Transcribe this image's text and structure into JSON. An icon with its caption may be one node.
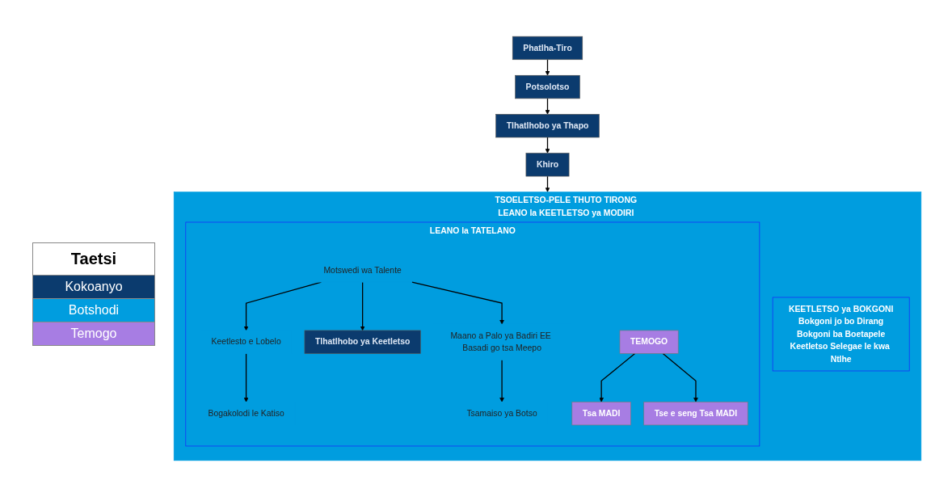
{
  "diagram": {
    "nodes": [
      {
        "text": [
          "Phatlha-Tiro"
        ]
      },
      {
        "text": [
          "Potsolotso"
        ]
      },
      {
        "text": [
          "Tlhatlhobo ya Thapo"
        ]
      },
      {
        "text": [
          "Khiro"
        ]
      },
      {
        "text": [
          "TSOELETSO-PELE THUTO TIRONG",
          "LEANO la KEETLETSO ya MODIRI"
        ]
      },
      {
        "text": [
          "KEETLETSO ya BOKGONI",
          "Bokgoni jo bo Dirang",
          "Bokgoni ba Boetapele",
          "Keetletso Selegae le kwa Ntlhe"
        ],
        "in": 4
      },
      {
        "text": [
          "LEANO la TATELANO"
        ],
        "in": 4
      },
      {
        "text": [
          "Motswedi wa Talente"
        ],
        "in": 6
      },
      {
        "text": [
          "Keetlesto e Lobelo"
        ],
        "in": 6
      },
      {
        "text": [
          "Tlhatlhobo ya Keetletso"
        ],
        "in": 6
      },
      {
        "text": [
          "Maano a Palo ya Badiri EE Basadi go tsa Meepo"
        ],
        "in": 6
      },
      {
        "text": [
          "Bogakolodi le Katiso"
        ],
        "in": 6
      },
      {
        "text": [
          "Tsamaiso ya Botso"
        ],
        "in": 6
      },
      {
        "text": [
          "TEMOGO"
        ],
        "in": 6
      },
      {
        "text": [
          "Tsa MADI"
        ],
        "in": 6
      },
      {
        "text": [
          "Tse e seng Tsa MADI"
        ],
        "in": 6
      }
    ],
    "edges": [
      {
        "from": 0,
        "to": 1,
        "arrow": "to"
      },
      {
        "from": 1,
        "to": 2,
        "arrow": "to"
      },
      {
        "from": 2,
        "to": 3,
        "arrow": "to"
      },
      {
        "from": 3,
        "to": 4,
        "arrow": "to"
      },
      {
        "from": 7,
        "to": 8,
        "arrow": "to"
      },
      {
        "from": 7,
        "to": 9,
        "arrow": "to"
      },
      {
        "from": 7,
        "to": 10,
        "arrow": "to"
      },
      {
        "from": 8,
        "to": 11,
        "arrow": "to"
      },
      {
        "from": 10,
        "to": 12,
        "arrow": "to"
      },
      {
        "from": 13,
        "to": 14,
        "arrow": "to"
      },
      {
        "from": 13,
        "to": 15,
        "arrow": "to"
      }
    ],
    "labels": [
      "Taetsi"
    ],
    "legend": [
      {
        "text": "Kokoanyo",
        "color": "#0b3b6e"
      },
      {
        "text": "Botshodi",
        "color": "#009ddf"
      },
      {
        "text": "Temogo",
        "color": "#a77de3"
      }
    ]
  }
}
